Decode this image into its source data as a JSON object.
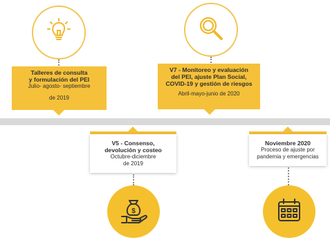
{
  "milestones": [
    {
      "title_line1": "Talleres de consulta",
      "title_line2": "y formulación del PEI",
      "dates_line1": "Julio- agosto- septiembre",
      "dates_line2": "de 2019",
      "icon": "lightbulb-icon"
    },
    {
      "title_line1": "V7 - Monitoreo y evaluación",
      "title_line2": "del PEI, ajuste Plan Social,",
      "title_line3": "COVID-19 y gestión de riesgos",
      "dates_line1": "Abril-mayo-junio de 2020",
      "icon": "magnifier-icon"
    },
    {
      "title_line1": "V5 - Consenso,",
      "title_line2": "devolución y costeo",
      "dates_line1": "Octubre-diciembre",
      "dates_line2": "de 2019",
      "icon": "money-bag-hand-icon"
    },
    {
      "title_line1": "Noviembre 2020",
      "dates_line1": "Proceso de ajuste por",
      "dates_line2": "pandemia y emergencias",
      "icon": "calendar-icon"
    }
  ],
  "colors": {
    "accent": "#f5c13a",
    "timeline": "#d9d9d9",
    "outline": "#f1c656"
  }
}
